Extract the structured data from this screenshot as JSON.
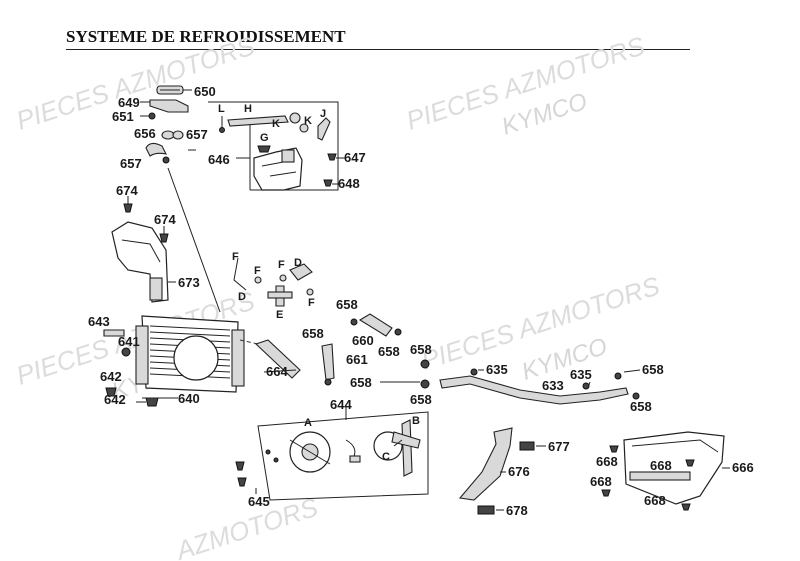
{
  "title": "SYSTEME DE REFROIDISSEMENT",
  "watermarks": [
    "PIECES AZMOTORS",
    "KYMCO",
    "PIECES AZMOTORS",
    "KYMCO",
    "PIECES AZMOTORS",
    "KYMCO",
    "AZMOTORS"
  ],
  "callouts": {
    "c650": "650",
    "c649": "649",
    "c651": "651",
    "c656": "656",
    "c657a": "657",
    "c657b": "657",
    "c646": "646",
    "c647": "647",
    "c648": "648",
    "c674a": "674",
    "c674b": "674",
    "c673": "673",
    "c643": "643",
    "c641": "641",
    "c642a": "642",
    "c642b": "642",
    "c640": "640",
    "c664": "664",
    "c658a": "658",
    "c660": "660",
    "c658b": "658",
    "c658c": "658",
    "c658d": "658",
    "c661": "661",
    "c658e": "658",
    "c658f": "658",
    "c635a": "635",
    "c635b": "635",
    "c633": "633",
    "c658g": "658",
    "c658h": "658",
    "c644": "644",
    "c645": "645",
    "c677": "677",
    "c676": "676",
    "c678": "678",
    "c668a": "668",
    "c668b": "668",
    "c668c": "668",
    "c668d": "668",
    "c666": "666"
  },
  "letters": {
    "L": "L",
    "H": "H",
    "J": "J",
    "G": "G",
    "K1": "K",
    "K2": "K",
    "F1": "F",
    "F2": "F",
    "F3": "F",
    "D1": "D",
    "D2": "D",
    "F4": "F",
    "E": "E",
    "A": "A",
    "B": "B",
    "C": "C"
  }
}
